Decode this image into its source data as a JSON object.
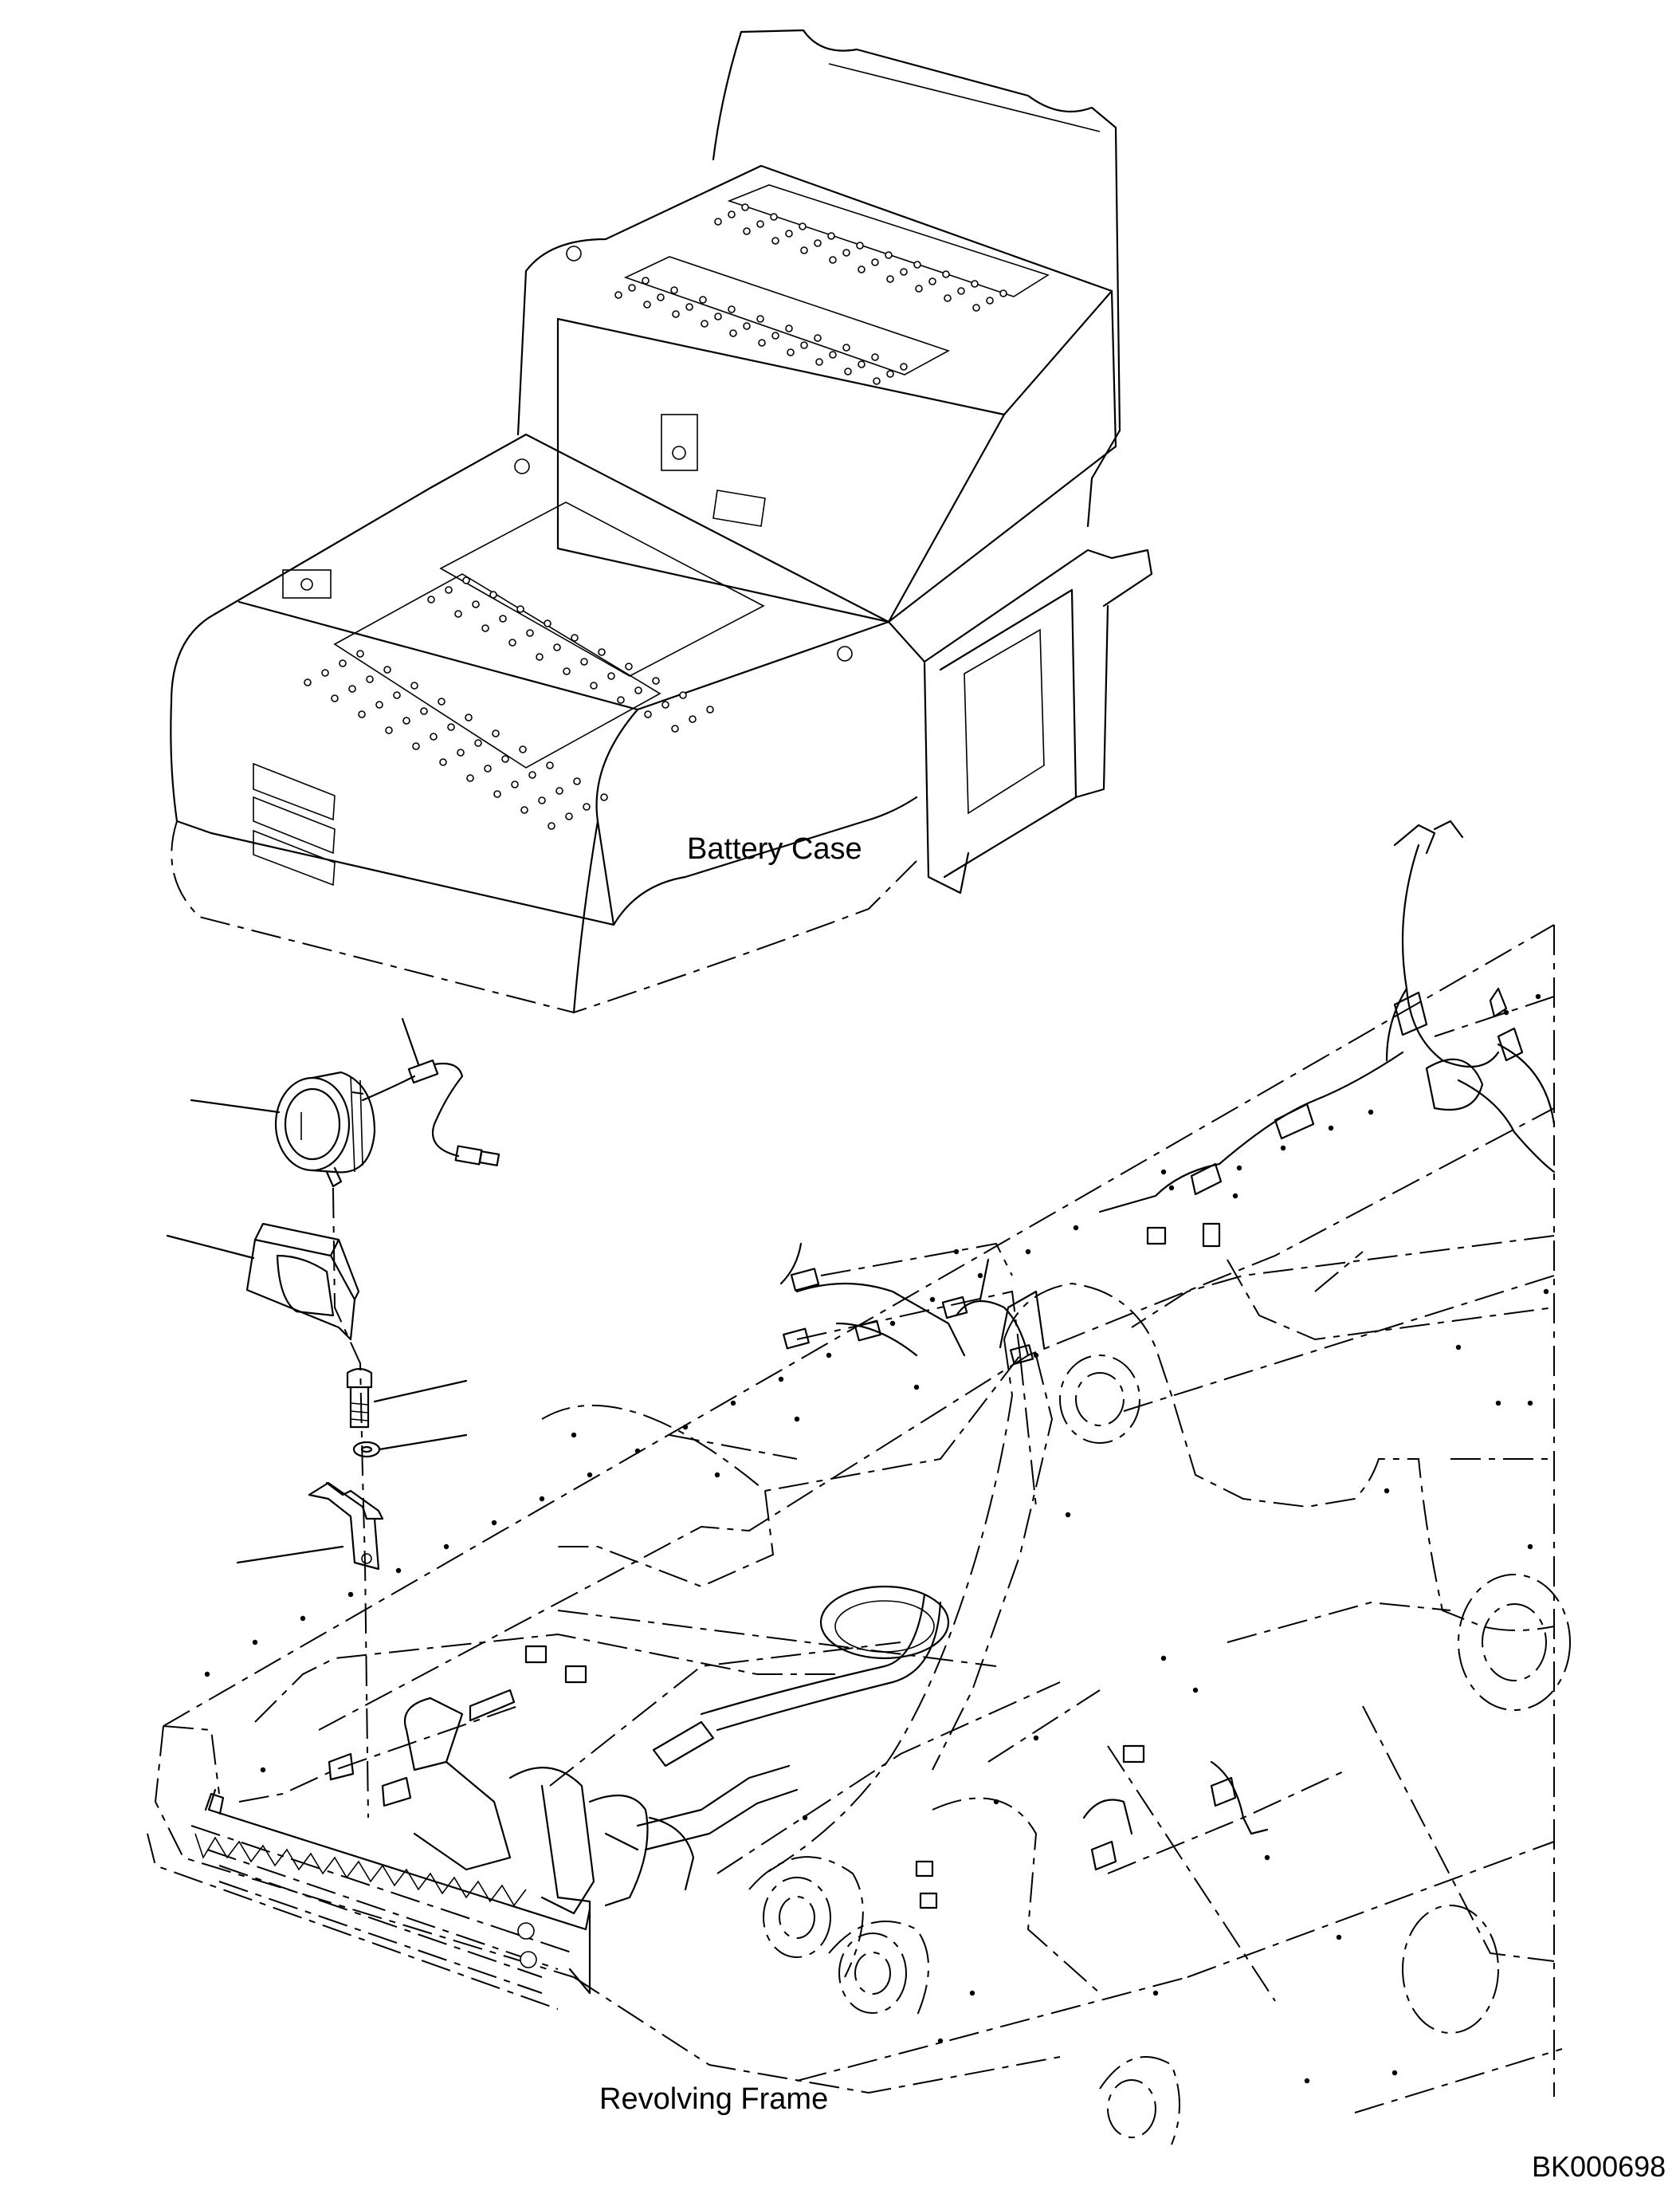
{
  "labels": {
    "battery_case": "Battery Case",
    "revolving_frame": "Revolving Frame",
    "drawing_code": "BK000698"
  },
  "callouts": [
    {
      "part": "harness"
    },
    {
      "part": "work-lamp"
    },
    {
      "part": "lamp-guard"
    },
    {
      "part": "bolt"
    },
    {
      "part": "washer"
    },
    {
      "part": "bracket"
    }
  ],
  "colors": {
    "line": "#000000",
    "background": "#ffffff"
  }
}
